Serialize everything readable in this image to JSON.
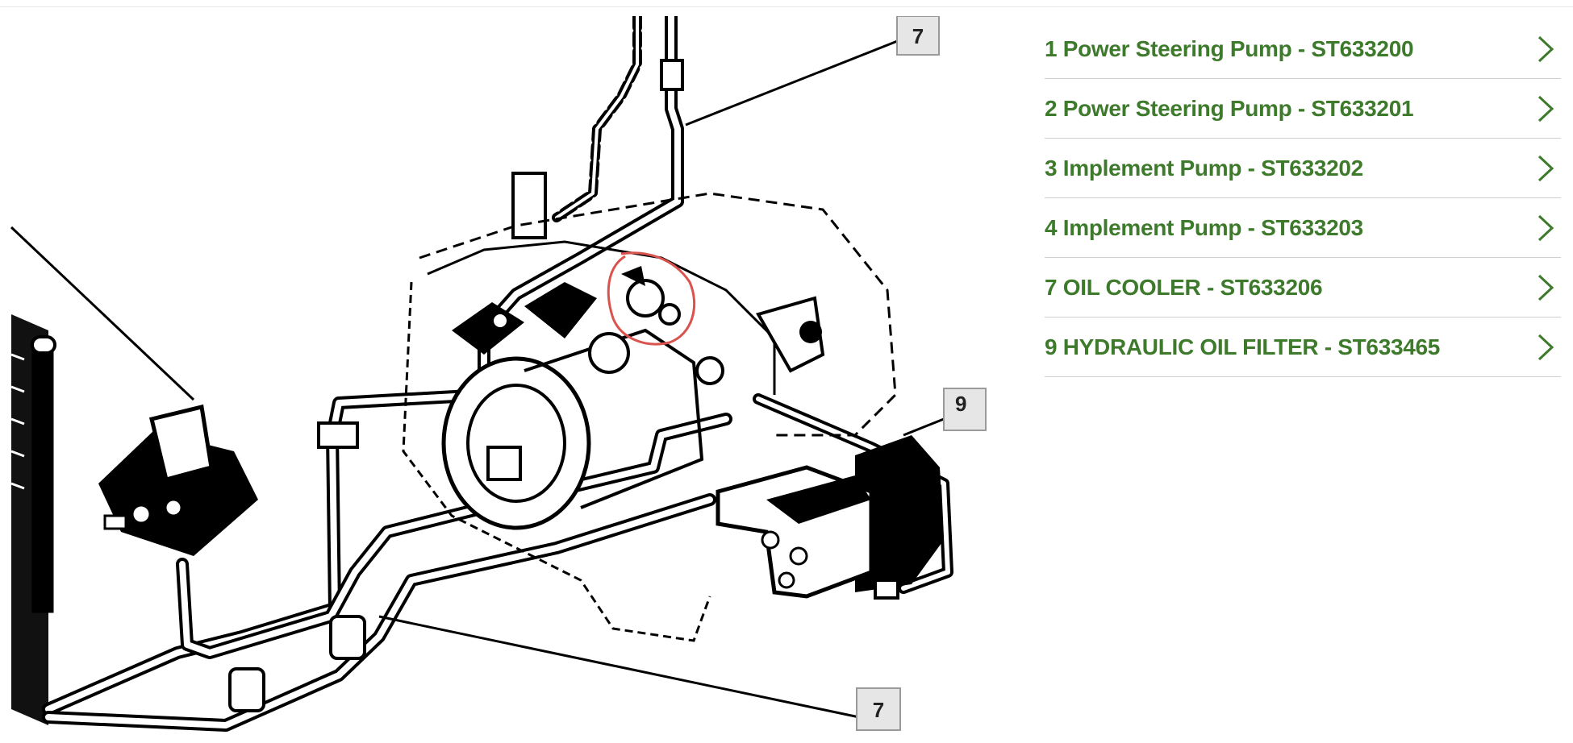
{
  "diagram": {
    "callouts": [
      "7",
      "9",
      "7"
    ],
    "accent_color": "#d9534f"
  },
  "parts": [
    {
      "label": "1 Power Steering Pump - ST633200",
      "icon": "chevron-right-icon"
    },
    {
      "label": "2 Power Steering Pump - ST633201",
      "icon": "chevron-right-icon"
    },
    {
      "label": "3 Implement Pump - ST633202",
      "icon": "chevron-right-icon"
    },
    {
      "label": "4 Implement Pump - ST633203",
      "icon": "chevron-right-icon"
    },
    {
      "label": "7 OIL COOLER - ST633206",
      "icon": "chevron-right-icon"
    },
    {
      "label": "9 HYDRAULIC OIL FILTER - ST633465",
      "icon": "chevron-right-icon"
    }
  ],
  "colors": {
    "link": "#3e7a2c",
    "divider": "#cfcfcf",
    "chevron": "#3e7a2c"
  }
}
